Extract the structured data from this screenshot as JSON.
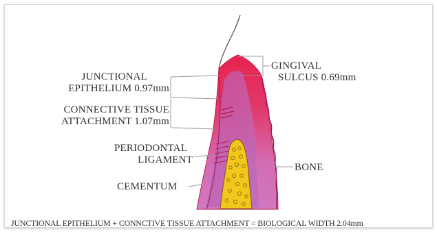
{
  "labels": {
    "junctional_line1": "JUNCTIONAL",
    "junctional_line2": "EPITHELIUM 0.97mm",
    "connective_line1": "CONNECTIVE TISSUE",
    "connective_line2": "ATTACHMENT 1.07mm",
    "periodontal_line1": "PERIODONTAL",
    "periodontal_line2": "LIGAMENT",
    "cementum": "CEMENTUM",
    "gingival_line1": "GINGIVAL",
    "gingival_line2": "SULCUS 0.69mm",
    "bone": "BONE"
  },
  "caption": "JUNCTIONAL EPITHELIUM + CONNCTIVE TISSUE ATTACHMENT = BIOLOGICAL WIDTH 2.04mm",
  "colors": {
    "gingiva": "#e0305f",
    "gingiva_light": "#d96ab0",
    "bone": "#f0c71a",
    "bone_dots": "#a67a10",
    "tooth_outline": "#555555",
    "leader_lines": "#9a9a9a"
  }
}
